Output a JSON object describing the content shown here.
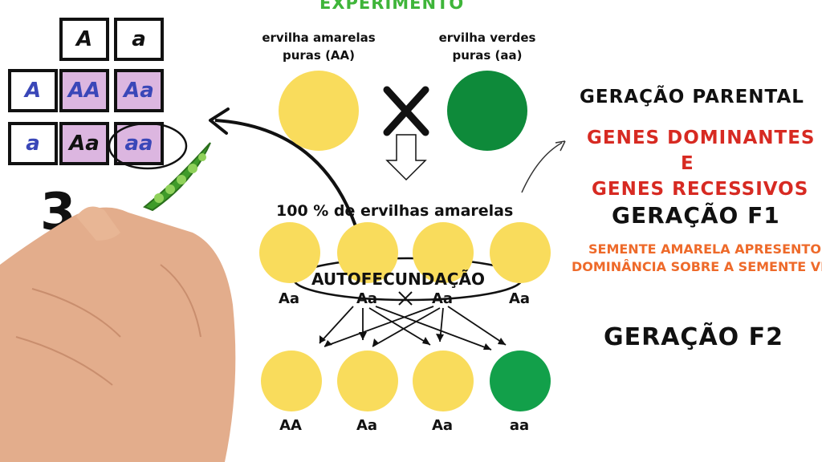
{
  "header": {
    "title": "EXPERIMENTO"
  },
  "punnett": {
    "col_headers": [
      "A",
      "a"
    ],
    "row_headers": [
      "A",
      "a"
    ],
    "cells": [
      [
        "AA",
        "Aa"
      ],
      [
        "Aa",
        "aa"
      ]
    ]
  },
  "ratio_partial": "3",
  "parents": {
    "left_label_line1": "ervilha amarelas",
    "left_label_line2": "puras (AA)",
    "right_label_line1": "ervilha verdes",
    "right_label_line2": "puras (aa)",
    "cross_symbol": "✕"
  },
  "f1": {
    "title": "100 % de ervilhas amarelas",
    "genotypes": [
      "Aa",
      "Aa",
      "Aa",
      "Aa"
    ],
    "self_label": "AUTOFECUNDAÇÃO"
  },
  "f2": {
    "genotypes": [
      "AA",
      "Aa",
      "Aa",
      "aa"
    ]
  },
  "right_panel": {
    "parental": "GERAÇÃO PARENTAL",
    "dominant": "GENES DOMINANTES",
    "and": "E",
    "recessive": "GENES RECESSIVOS",
    "f1": "GERAÇÃO F1",
    "note_line1": "SEMENTE AMARELA APRESENTO",
    "note_line2": "DOMINÂNCIA SOBRE A SEMENTE VE",
    "f2": "GERAÇÃO F2"
  },
  "colors": {
    "yellow": "#f9dc5c",
    "green": "#0e8a3a",
    "pink": "#dcb6e0",
    "red": "#d72a22",
    "orange": "#ee6a2a",
    "title_green": "#3fb53a"
  }
}
